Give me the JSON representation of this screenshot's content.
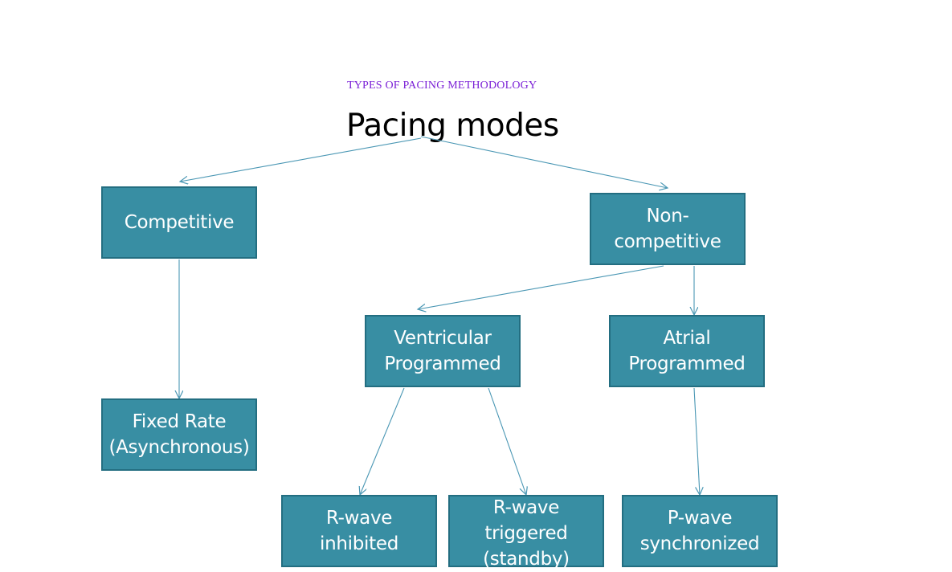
{
  "header": {
    "subtitle": "TYPES OF PACING METHODOLOGY",
    "title": "Pacing modes"
  },
  "nodes": {
    "competitive": "Competitive",
    "non_competitive": "Non-\ncompetitive",
    "fixed_rate": "Fixed Rate\n(Asynchronous)",
    "ventricular_programmed": "Ventricular\nProgrammed",
    "atrial_programmed": "Atrial\nProgrammed",
    "r_wave_inhibited": "R-wave\ninhibited",
    "r_wave_triggered": "R-wave\ntriggered\n(standby)",
    "p_wave_synchronized": "P-wave\nsynchronized"
  },
  "colors": {
    "box_fill": "#388ea3",
    "box_border": "#236e81",
    "connector": "#4a97b4",
    "subtitle": "#7a1fd6"
  }
}
